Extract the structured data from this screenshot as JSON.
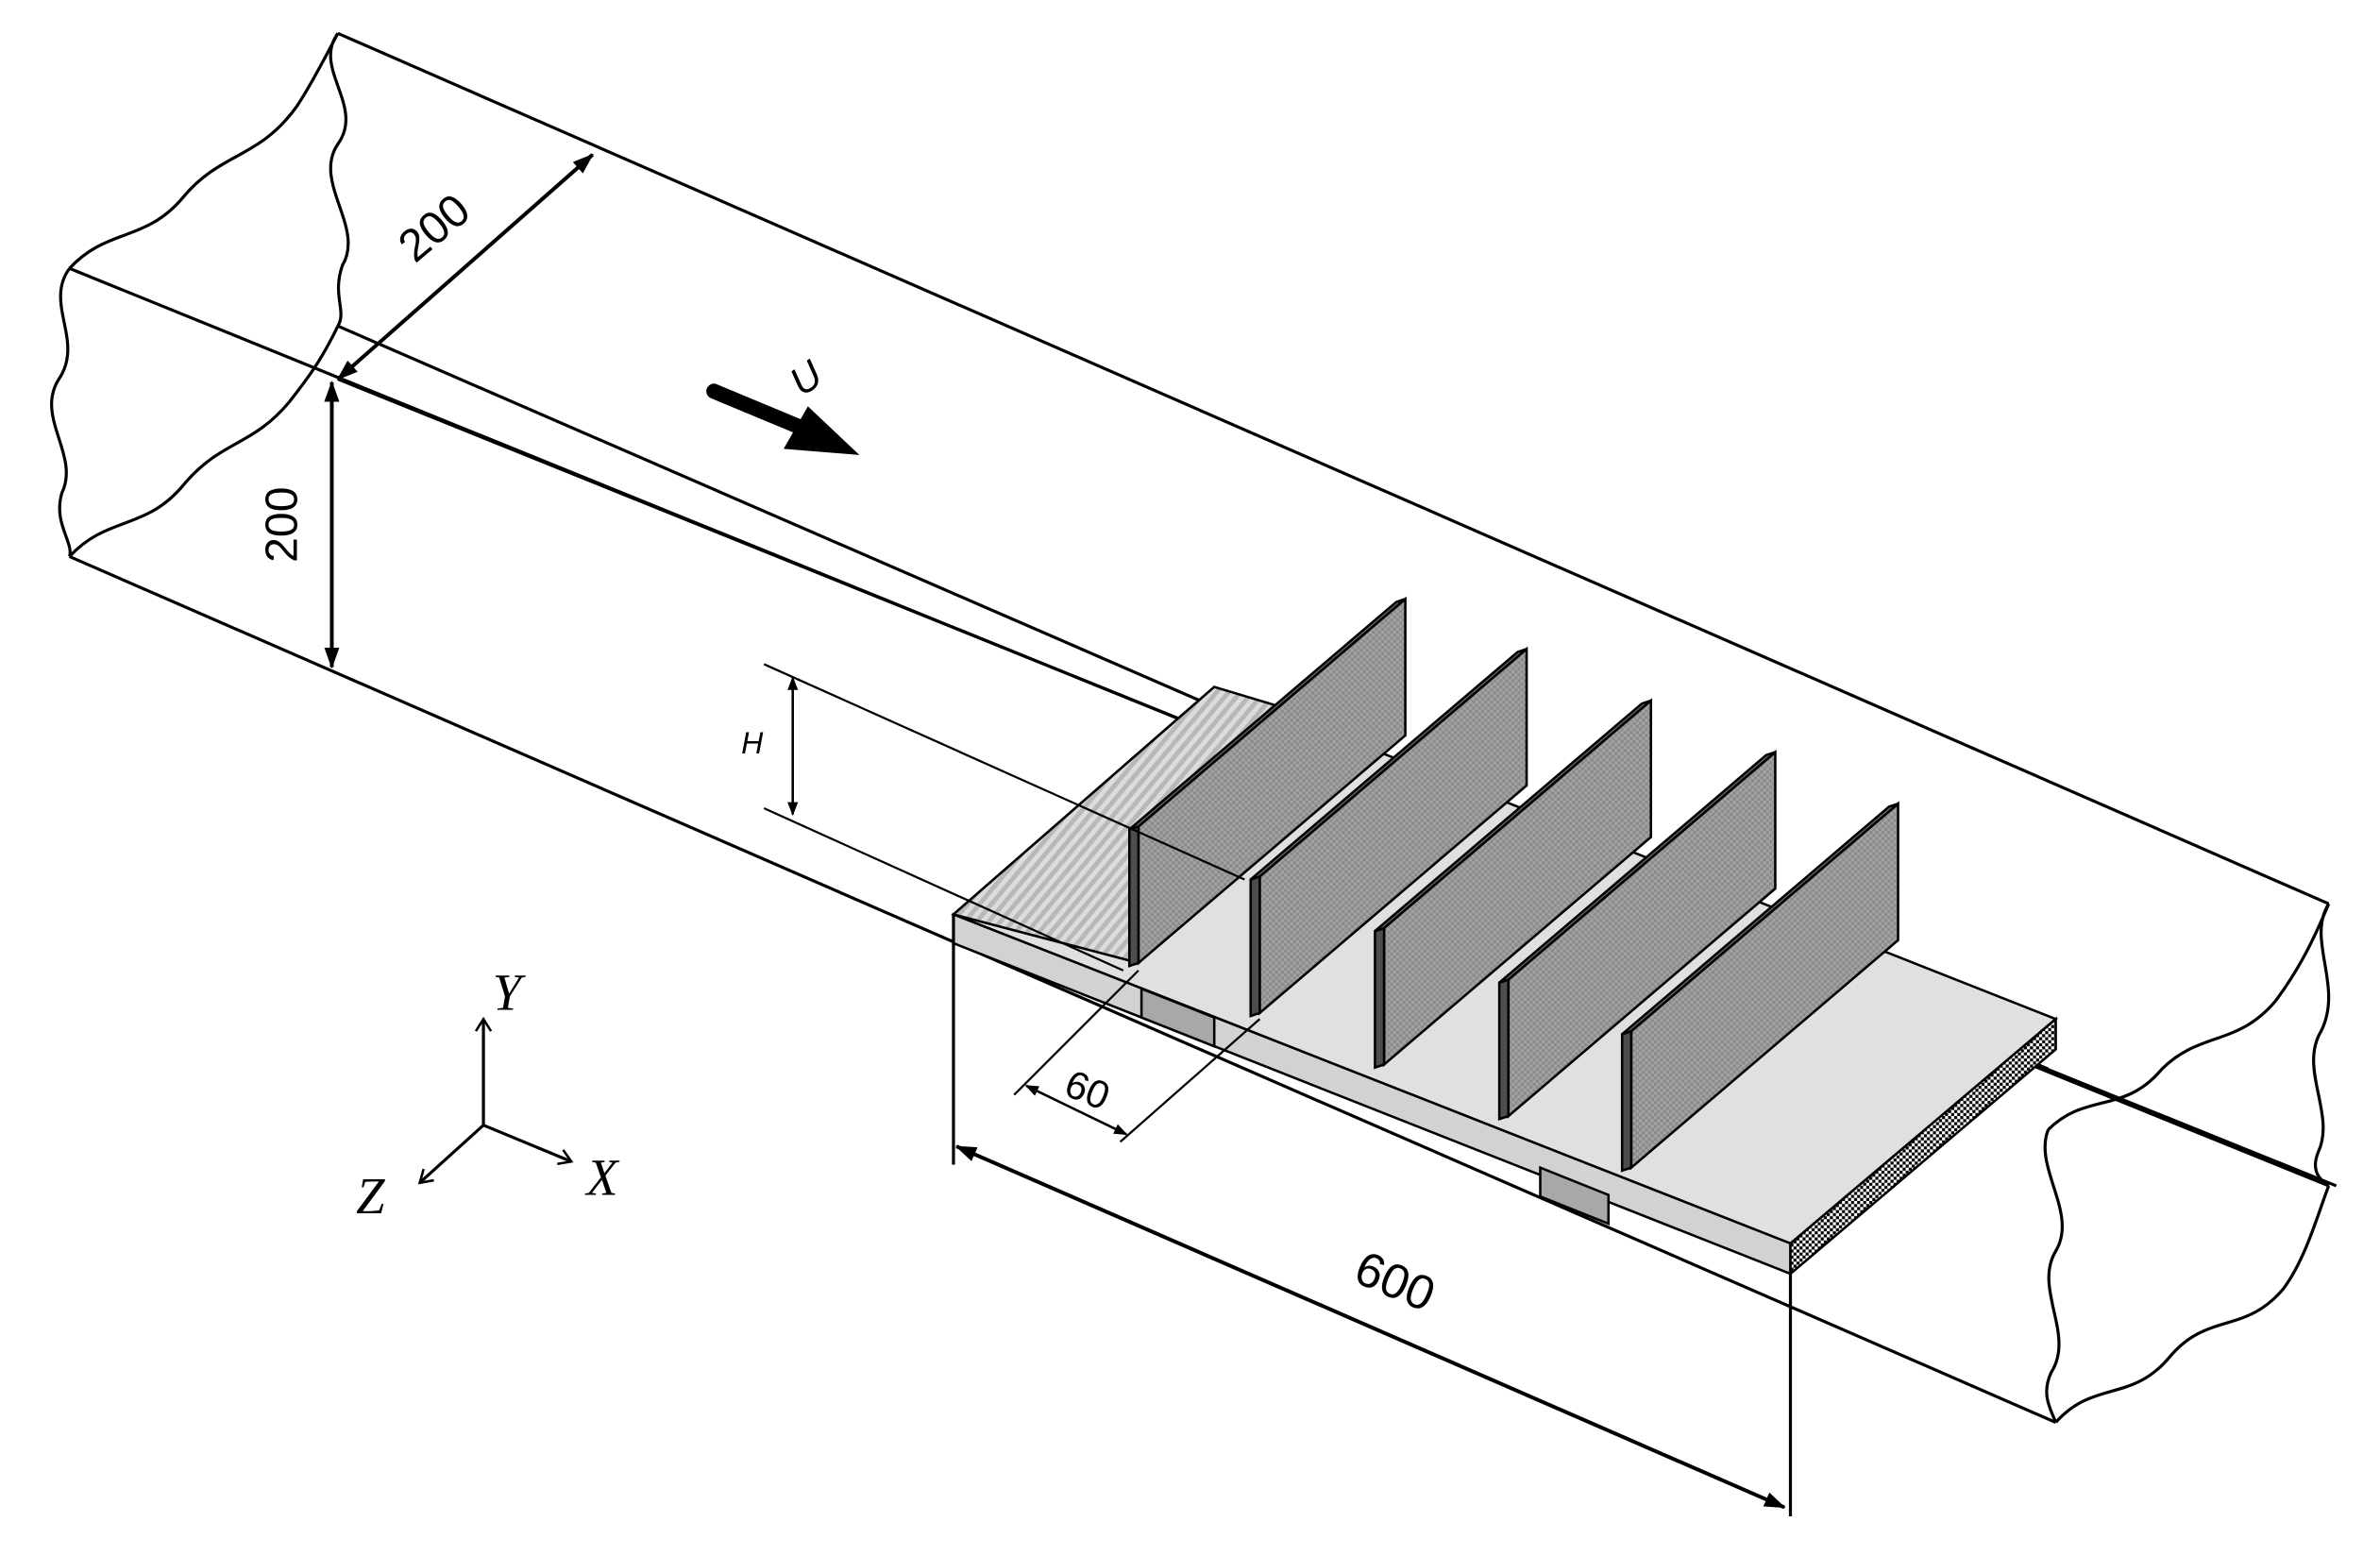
{
  "diagram": {
    "dimensions": {
      "channel_width": "200",
      "channel_height": "200",
      "plate_length": "600",
      "rib_spacing": "60",
      "rib_height": "H"
    },
    "flow_label": "U",
    "axes": {
      "x": "X",
      "y": "Y",
      "z": "Z"
    },
    "colors": {
      "line": "#000000",
      "rib_face": "#9a9a9a",
      "rib_top": "#5a5a5a",
      "plate_top": "#e0e0e0",
      "plate_side": "#c8c8c8",
      "wedge": "#c9c9c9",
      "support": "#a0a0a0"
    }
  }
}
